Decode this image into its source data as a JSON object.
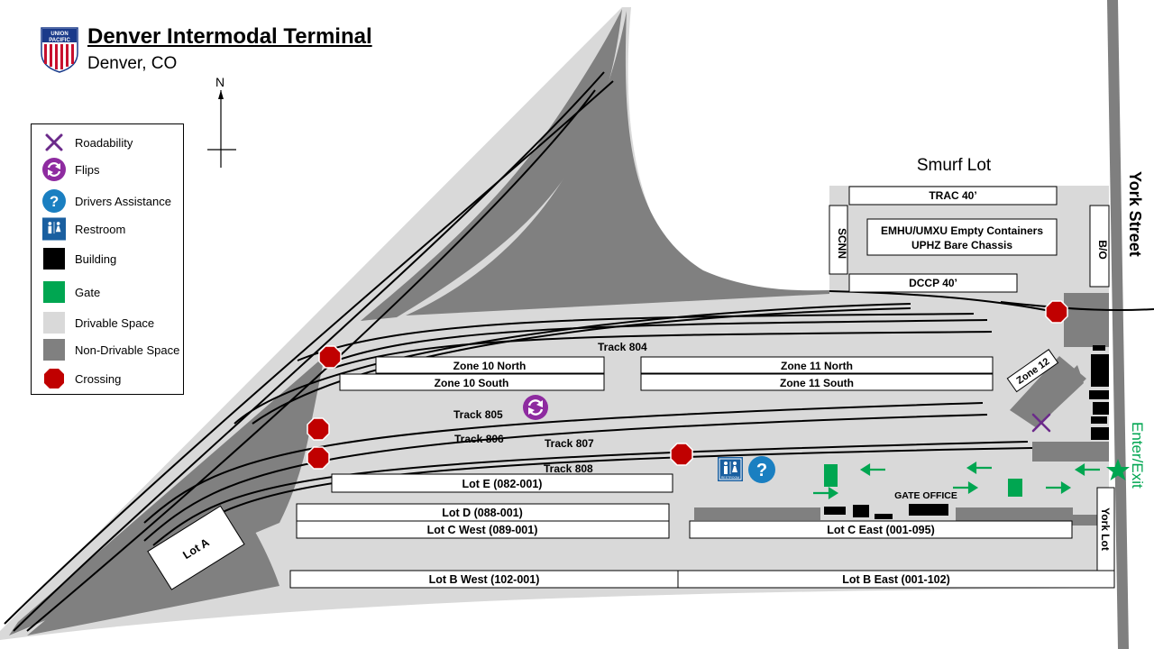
{
  "header": {
    "title": "Denver Intermodal Terminal",
    "subtitle": "Denver, CO",
    "logo_line1": "UNION",
    "logo_line2": "PACIFIC"
  },
  "compass": {
    "label": "N"
  },
  "legend": {
    "items": [
      {
        "label": "Roadability",
        "icon": "wrench-screwdriver-icon"
      },
      {
        "label": "Flips",
        "icon": "flip-icon"
      },
      {
        "label": "Drivers  Assistance",
        "icon": "question-icon"
      },
      {
        "label": "Restroom",
        "icon": "restroom-icon"
      },
      {
        "label": "Building",
        "icon": "building-swatch"
      },
      {
        "label": "Gate",
        "icon": "gate-swatch"
      },
      {
        "label": "Drivable Space",
        "icon": "drivable-swatch"
      },
      {
        "label": "Non-Drivable  Space",
        "icon": "non-drivable-swatch"
      },
      {
        "label": "Crossing",
        "icon": "crossing-icon"
      }
    ]
  },
  "map": {
    "smurf_lot": "Smurf  Lot",
    "street": "York Street",
    "enter_exit": "Enter/Exit",
    "york_lot": "York Lot",
    "restroom_icon_text": "RESTROOM",
    "zones": {
      "trac": "TRAC  40’",
      "emhu": "EMHU/UMXU  Empty Containers",
      "uphz": "UPHZ  Bare Chassis",
      "dccp": "DCCP  40’",
      "scnn": "SCNN",
      "bo": "B/O",
      "zone10n": "Zone  10 North",
      "zone10s": "Zone  10 South",
      "zone11n": "Zone  11 North",
      "zone11s": "Zone  11 South",
      "zone12": "Zone 12"
    },
    "tracks": {
      "t804": "Track 804",
      "t805": "Track 805",
      "t806": "Track 806",
      "t807": "Track 807",
      "t808": "Track 808"
    },
    "lots": {
      "lotE": "Lot E  (082-001)",
      "lotD": "Lot D  (088-001)",
      "lotCW": "Lot C West  (089-001)",
      "lotCE": "Lot C East  (001-095)",
      "lotBW": "Lot B West  (102-001)",
      "lotBE": "Lot B East  (001-102)",
      "lotA": "Lot A"
    },
    "gate_office": "GATE OFFICE"
  },
  "colors": {
    "drivable": "#d9d9d9",
    "non_drivable": "#808080",
    "gate": "#00a651",
    "crossing": "#c00000",
    "flip": "#8e2ba0",
    "assist": "#1a7fc1",
    "building": "#000000",
    "road": "#7f7f7f"
  }
}
